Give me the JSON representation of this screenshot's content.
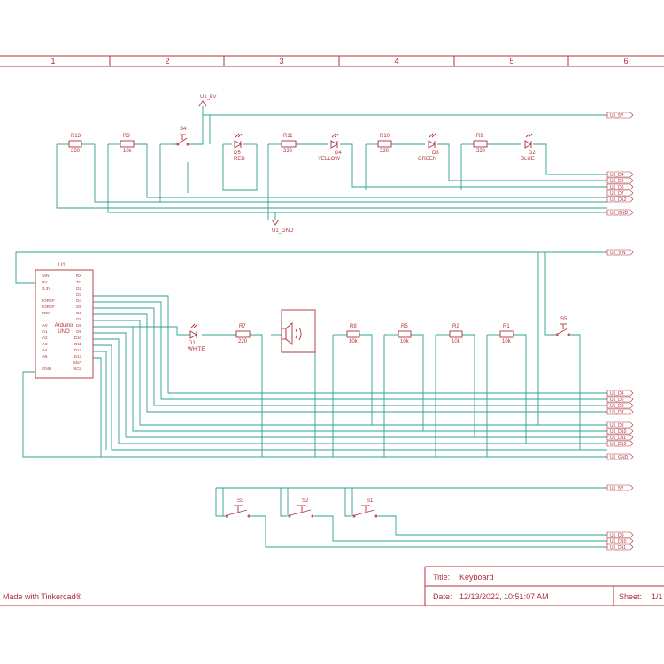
{
  "border": {
    "columns": [
      "1",
      "2",
      "3",
      "4",
      "5",
      "6"
    ]
  },
  "footer": {
    "made_with": "Made with Tinkercad®"
  },
  "title_block": {
    "title_label": "Title:",
    "title_value": "Keyboard",
    "date_label": "Date:",
    "date_value": "12/13/2022, 10:51:07 AM",
    "sheet_label": "Sheet:",
    "sheet_value": "1/1"
  },
  "nets": {
    "supply": "U1_5V",
    "ground": "U1_GND"
  },
  "resistors": [
    {
      "ref": "R13",
      "value": "220"
    },
    {
      "ref": "R3",
      "value": "10k"
    },
    {
      "ref": "R11",
      "value": "220"
    },
    {
      "ref": "R10",
      "value": "220"
    },
    {
      "ref": "R9",
      "value": "220"
    },
    {
      "ref": "R7",
      "value": "220"
    },
    {
      "ref": "R8",
      "value": "10k"
    },
    {
      "ref": "R5",
      "value": "10k"
    },
    {
      "ref": "R2",
      "value": "10k"
    },
    {
      "ref": "R1",
      "value": "10k"
    }
  ],
  "leds": [
    {
      "ref": "D5",
      "color": "RED"
    },
    {
      "ref": "D4",
      "color": "YELLOW"
    },
    {
      "ref": "D3",
      "color": "GREEN"
    },
    {
      "ref": "D2",
      "color": "BLUE"
    },
    {
      "ref": "D1",
      "color": "WHITE"
    }
  ],
  "switches": [
    {
      "ref": "S4"
    },
    {
      "ref": "S5"
    },
    {
      "ref": "S3"
    },
    {
      "ref": "S2"
    },
    {
      "ref": "S1"
    }
  ],
  "arduino": {
    "ref": "U1",
    "name_line1": "Arduino",
    "name_line2": "UNO",
    "left_pins": [
      "VIN",
      "5V",
      "3.3V",
      "",
      "IOREF",
      "IOREF",
      "RES",
      "",
      "A0",
      "A1",
      "A2",
      "A3",
      "A4",
      "A5",
      "",
      "GND"
    ],
    "right_pins": [
      "RX",
      "TX",
      "D2",
      "D3",
      "D4",
      "D5",
      "D6",
      "D7",
      "D8",
      "D9",
      "D10",
      "D11",
      "D12",
      "D13",
      "SDA",
      "SCL"
    ]
  },
  "ports": {
    "top": [
      "U1_5V",
      "U1_D4",
      "U1_D5",
      "U1_D6",
      "U1_D7",
      "U1_D12",
      "U1_GND"
    ],
    "middle": [
      "U1_VIN",
      "U1_D4",
      "U1_D5",
      "U1_D6",
      "U1_D7",
      "U1_D3",
      "U1_D10",
      "U1_D11",
      "U1_D12",
      "U1_GND"
    ],
    "bottom": [
      "U1_5V",
      "U1_D9",
      "U1_D10",
      "U1_D11"
    ]
  },
  "colors": {
    "frame": "#b03038",
    "wire": "#2f9f93"
  }
}
